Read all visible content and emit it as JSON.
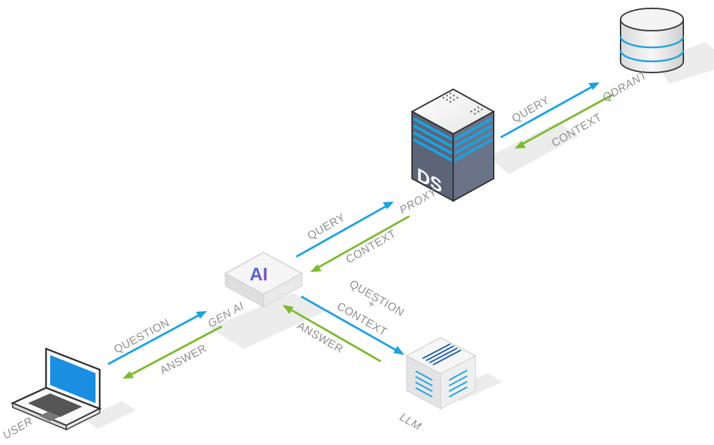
{
  "nodes": {
    "user": "USER",
    "gen_ai": "GEN AI",
    "proxy": "PROXY",
    "qdrant": "QDRANT",
    "llm": "LLM"
  },
  "badges": {
    "ai": "AI",
    "ds": "DS"
  },
  "edges": {
    "user_to_genai": "QUESTION",
    "genai_to_user": "ANSWER",
    "genai_to_proxy": "QUERY",
    "proxy_to_genai": "CONTEXT",
    "proxy_to_qdrant": "QUERY",
    "qdrant_to_proxy": "CONTEXT",
    "genai_to_llm_line1": "QUESTION",
    "genai_to_llm_line2": "+",
    "genai_to_llm_line3": "CONTEXT",
    "llm_to_genai": "ANSWER"
  },
  "colors": {
    "request_arrow": "#1ba3e0",
    "response_arrow": "#7bbb2e",
    "label_text": "#8f8f8f"
  }
}
